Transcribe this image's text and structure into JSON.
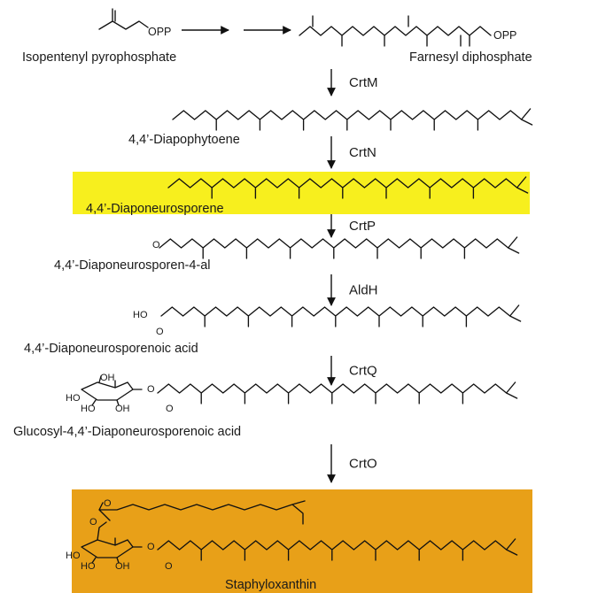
{
  "colors": {
    "highlight_diaponeurosporene": "#f7ef1e",
    "highlight_staphyloxanthin": "#e8a018",
    "line": "#111111"
  },
  "top": {
    "start_label": "Isopentenyl pyrophosphate",
    "start_group": "OPP",
    "end_label": "Farnesyl diphosphate",
    "end_group": "OPP"
  },
  "steps": [
    {
      "enzyme": "CrtM",
      "product": "4,4’-Diapophytoene"
    },
    {
      "enzyme": "CrtN",
      "product": "4,4’-Diaponeurosporene"
    },
    {
      "enzyme": "CrtP",
      "product": "4,4’-Diaponeurosporen-4-al"
    },
    {
      "enzyme": "AldH",
      "product": "4,4’-Diaponeurosporenoic acid"
    },
    {
      "enzyme": "CrtQ",
      "product": "Glucosyl-4,4’-Diaponeurosporenoic acid"
    },
    {
      "enzyme": "CrtO",
      "product": "Staphyloxanthin"
    }
  ],
  "atoms": {
    "aldehyde_o": "O",
    "acid_ho": "HO",
    "carbonyl_o": "O",
    "ester_o": "O",
    "oh": "OH",
    "ho": "HO"
  }
}
